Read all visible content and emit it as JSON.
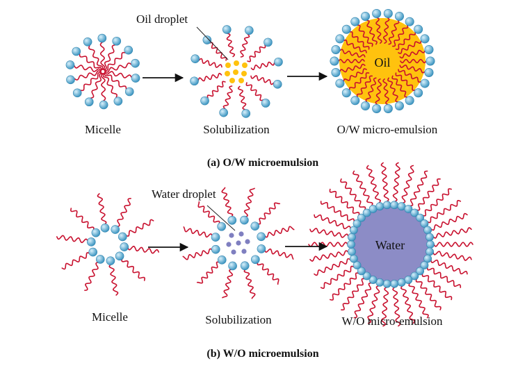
{
  "colors": {
    "tail": "#c8102e",
    "head_light": "#d8f0fb",
    "head_dark": "#3f97c2",
    "oil_fill": "#ffc20e",
    "water_fill": "#8c8cc6",
    "water_dot": "#7f7fc0",
    "oil_dot": "#ffc20e",
    "arrow": "#111111",
    "pointer": "#222222"
  },
  "panel_a": {
    "caption": "(a) O/W microemulsion",
    "stage1_label": "Micelle",
    "stage2_label": "Solubilization",
    "stage3_label": "O/W micro-emulsion",
    "pointer_label": "Oil droplet",
    "core_label": "Oil"
  },
  "panel_b": {
    "caption": "(b) W/O microemulsion",
    "stage1_label": "Micelle",
    "stage2_label": "Solubilization",
    "stage3_label": "W/O micro-emulsion",
    "pointer_label": "Water droplet",
    "core_label": "Water"
  }
}
